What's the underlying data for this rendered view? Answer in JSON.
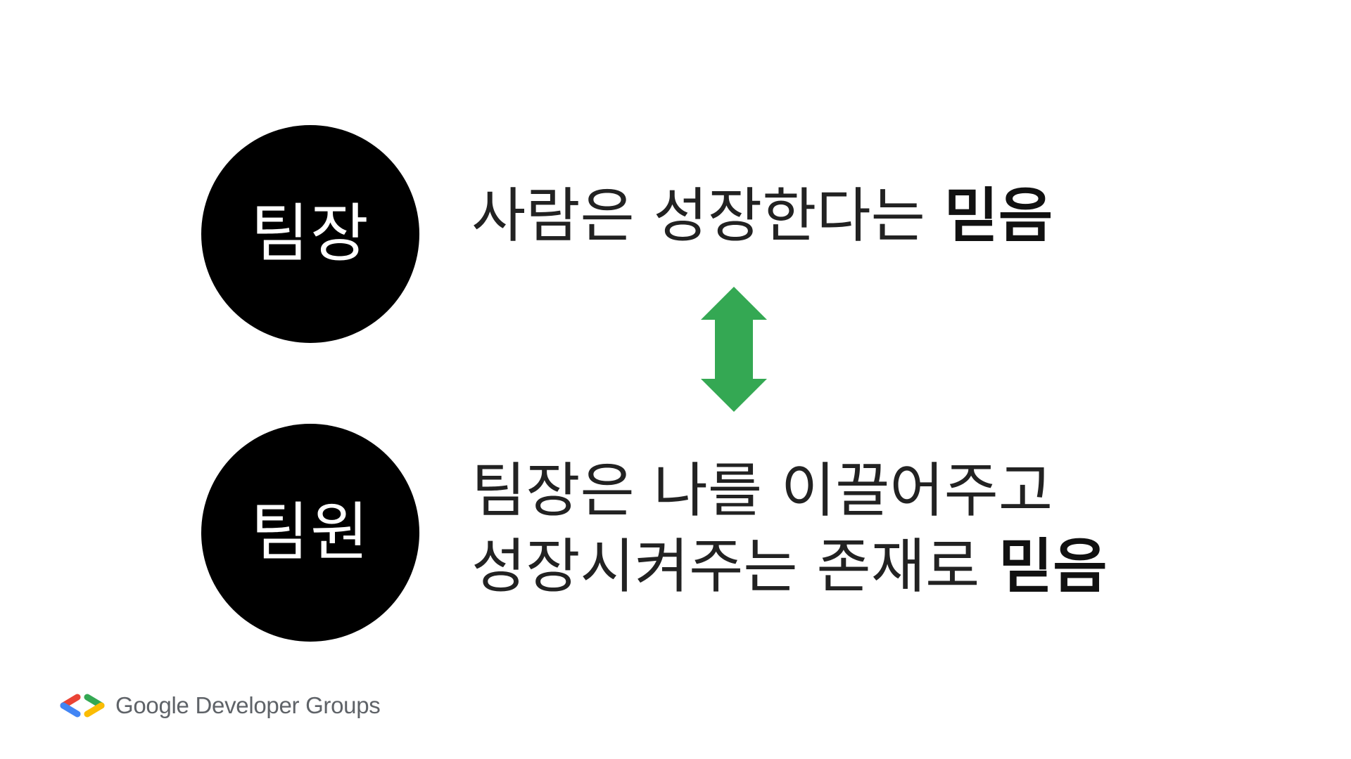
{
  "slide": {
    "top_role": "팀장",
    "top_statement_prefix": "사람은 성장한다는 ",
    "top_statement_emphasis": "믿음",
    "bottom_role": "팀원",
    "bottom_statement_line1": "팀장은 나를 이끌어주고",
    "bottom_statement_line2_prefix": "성장시켜주는 존재로 ",
    "bottom_statement_line2_emphasis": "믿음"
  },
  "footer": {
    "brand_text": "Google Developer Groups",
    "logo_icon": "gdg-chevrons-icon"
  },
  "colors": {
    "background": "#ffffff",
    "circle": "#000000",
    "circle_text": "#ffffff",
    "body_text": "#222222",
    "arrow": "#34a853",
    "logo_red": "#ea4335",
    "logo_blue": "#4285f4",
    "logo_green": "#34a853",
    "logo_yellow": "#fbbc04",
    "footer_text": "#5f6368"
  }
}
